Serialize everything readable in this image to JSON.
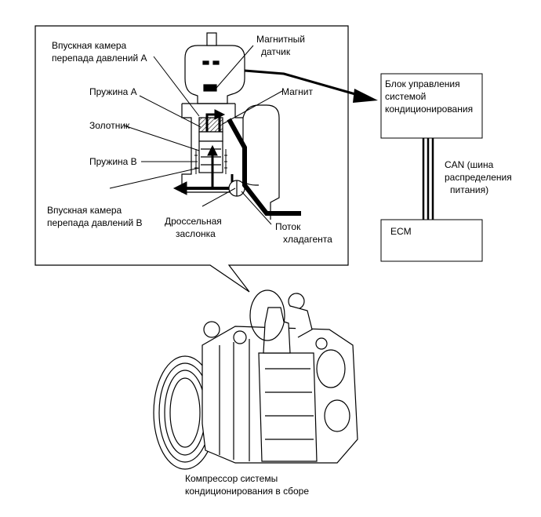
{
  "labels": {
    "chamber_a_line1": "Впускная камера",
    "chamber_a_line2": "перепада давлений А",
    "spring_a": "Пружина А",
    "spool": "Золотник",
    "spring_b": "Пружина В",
    "chamber_b_line1": "Впускная камера",
    "chamber_b_line2": "перепада давлений В",
    "throttle_line1": "Дроссельная",
    "throttle_line2": "заслонка",
    "magnetic_sensor_line1": "Магнитный",
    "magnetic_sensor_line2": "датчик",
    "magnet": "Магнит",
    "refrigerant_flow_line1": "Поток",
    "refrigerant_flow_line2": "хладагента",
    "ac_control_unit_line1": "Блок управления",
    "ac_control_unit_line2": "системой",
    "ac_control_unit_line3": "кондиционирования",
    "can_line1": "CAN (шина",
    "can_line2": "распределения",
    "can_line3": "питания)",
    "ecm": "ECM",
    "compressor_line1": "Компрессор системы",
    "compressor_line2": "кондиционирования в сборе"
  }
}
